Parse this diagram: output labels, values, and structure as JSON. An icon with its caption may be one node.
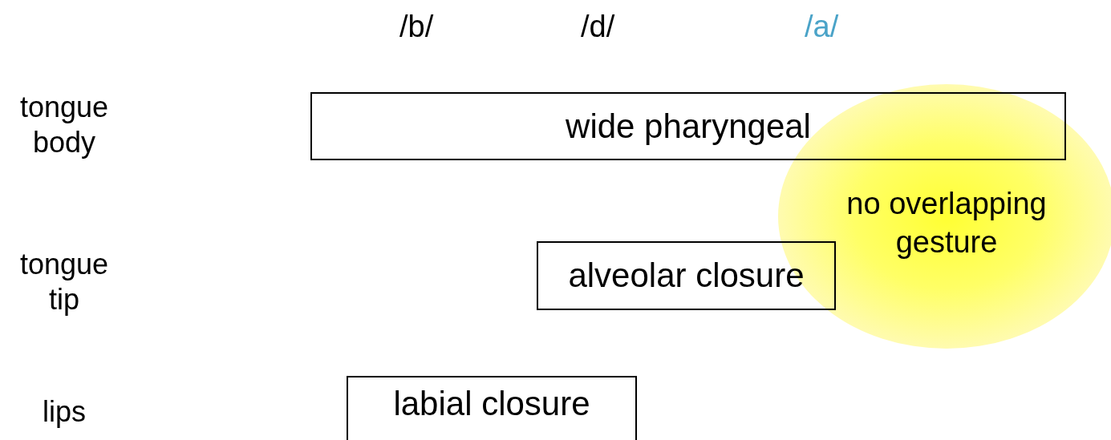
{
  "diagram": {
    "nodes": [
      {
        "text": [
          "wide pharyngeal"
        ]
      },
      {
        "text": [
          "no overlapping gesture"
        ]
      },
      {
        "text": [
          "alveolar closure"
        ]
      },
      {
        "text": [
          "labial closure"
        ]
      }
    ],
    "edges": [],
    "labels": [
      "/b/",
      "/d/",
      "/a/",
      "tongue body",
      "tongue tip",
      "lips"
    ]
  }
}
